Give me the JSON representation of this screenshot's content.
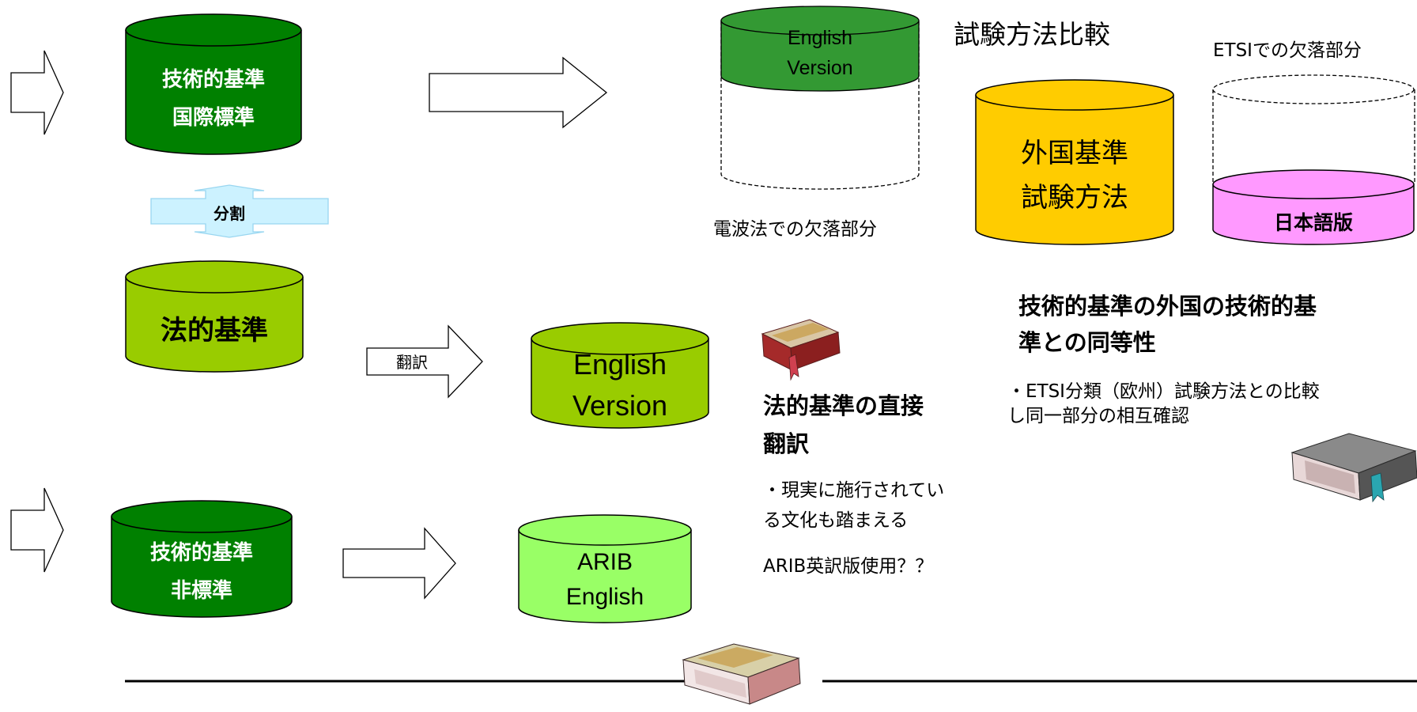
{
  "cylinders": {
    "tech_standard_intl": [
      "技術的基準",
      "国際標準"
    ],
    "legal_standard": "法的基準",
    "english_version": [
      "English",
      "Version"
    ],
    "tech_standard_nonstd": [
      "技術的基準",
      "非標準"
    ],
    "arib_english": [
      "ARIB",
      "English"
    ],
    "top_english_version": [
      "English",
      "Version"
    ],
    "foreign_standard": [
      "外国基準",
      "試験方法"
    ],
    "japanese_version": "日本語版"
  },
  "labels": {
    "split": "分割",
    "translate": "翻訳",
    "radio_law_missing": "電波法での欠落部分",
    "test_method_comparison": "試験方法比較",
    "etsi_missing": "ETSIでの欠落部分"
  },
  "notes": {
    "equivalence_title": [
      "技術的基準の外国の技術的基",
      "準との同等性"
    ],
    "equivalence_body": [
      "・ETSI分類（欧州）試験方法との比較",
      "し同一部分の相互確認"
    ],
    "direct_translation_title": [
      "法的基準の直接",
      "翻訳"
    ],
    "direct_translation_body": [
      "・現実に施行されてい",
      "る文化も踏まえる"
    ],
    "arib_question": "ARIB英訳版使用？？"
  },
  "colors": {
    "dark_green": "#008000",
    "green": "#339933",
    "yellow_green": "#99CC00",
    "light_green": "#99FF66",
    "yellow": "#FFCC00",
    "pink": "#FF99FF",
    "light_blue": "#CCF2FF",
    "book_red": "#A52A2A",
    "book_gray": "#707070"
  }
}
